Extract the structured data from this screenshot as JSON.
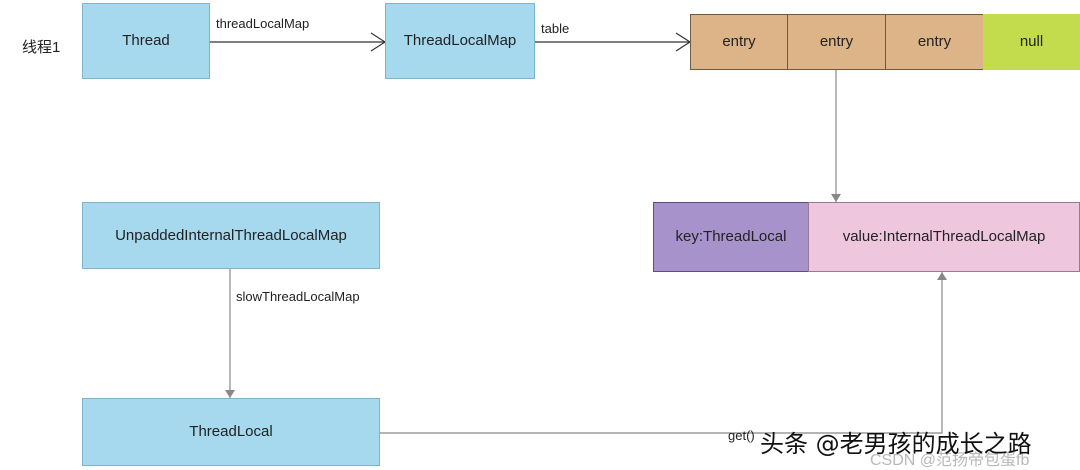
{
  "thread_label": "线程1",
  "nodes": {
    "thread": "Thread",
    "thread_local_map": "ThreadLocalMap",
    "table_cells": [
      "entry",
      "entry",
      "entry",
      "null"
    ],
    "entry_key": "key:ThreadLocal",
    "entry_value": "value:InternalThreadLocalMap",
    "unpadded_map": "UnpaddedInternalThreadLocalMap",
    "thread_local": "ThreadLocal"
  },
  "edges": {
    "thread_to_map": "threadLocalMap",
    "map_to_table": "table",
    "unpadded_to_threadlocal": "slowThreadLocalMap",
    "threadlocal_to_value": "get()"
  },
  "watermark": {
    "main": "头条 @老男孩的成长之路",
    "sub": "CSDN @范扬帝包蛋fb"
  },
  "colors": {
    "node_blue": "#a6d8ee",
    "entry_tan": "#dcb488",
    "null_green": "#c3dc4d",
    "key_purple": "#a892cb",
    "value_pink": "#eec7df"
  }
}
